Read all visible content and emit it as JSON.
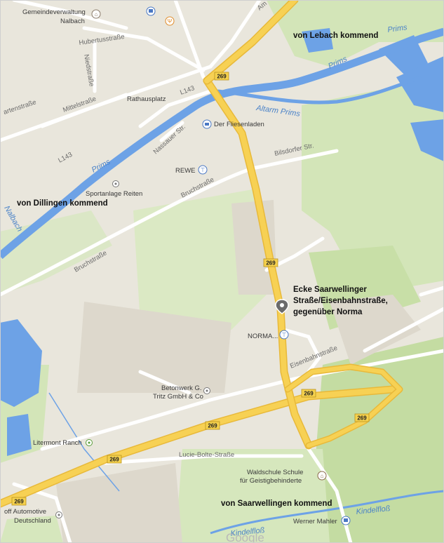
{
  "map": {
    "places": {
      "gemeindeverwaltung_l1": "Gemeindeverwaltung",
      "gemeindeverwaltung_l2": "Nalbach",
      "rathausplatz": "Rathausplatz",
      "fliesenladen": "Der Fliesenladen",
      "rewe": "REWE",
      "sportanlage": "Sportanlage Reiten",
      "norma": "NORMA...",
      "betonwerk_l1": "Betonwerk G.",
      "betonwerk_l2": "Tritz GmbH & Co",
      "litermont": "Litermont Ranch",
      "waldschule_l1": "Waldschule Schule",
      "waldschule_l2": "für Geistigbehinderte",
      "automotive_l1": "off Automotive",
      "automotive_l2": "Deutschland",
      "werner": "Werner Mahler"
    },
    "streets": {
      "hubertus": "Hubertusstraße",
      "niedstrasse": "Niedstraße",
      "mittelstrasse": "Mittelstraße",
      "gartenstrasse": "artenstraße",
      "l143_a": "L143",
      "l143_b": "L143",
      "nassauer": "Nassauer Str.",
      "bilsdorfer": "Bilsdorfer Str.",
      "bruch1": "Bruchstraße",
      "bruch2": "Bruchstraße",
      "eisenbahn": "Eisenbahnstraße",
      "lucie": "Lucie-Bolte-Straße",
      "am": "Am"
    },
    "water": {
      "prims1": "Prims",
      "prims2": "Prims",
      "prims3": "Prims",
      "altarm": "Altarm Prims",
      "nalbach": "Nalbach",
      "kindel1": "Kindelfloß",
      "kindel2": "Kindelfloß"
    },
    "route_shield": "269",
    "annotations": {
      "lebach": "von Lebach kommend",
      "dillingen": "von Dillingen kommend",
      "saarwellingen": "von Saarwellingen kommend",
      "ecke_l1": "Ecke Saarwellinger",
      "ecke_l2": "Straße/Eisenbahnstraße,",
      "ecke_l3": "gegenüber Norma"
    },
    "watermark": "Google",
    "colors": {
      "land": "#e9e6dc",
      "green": "#cfe3b3",
      "water": "#6da2e6",
      "major_road": "#f7d154",
      "road": "#ffffff"
    }
  }
}
